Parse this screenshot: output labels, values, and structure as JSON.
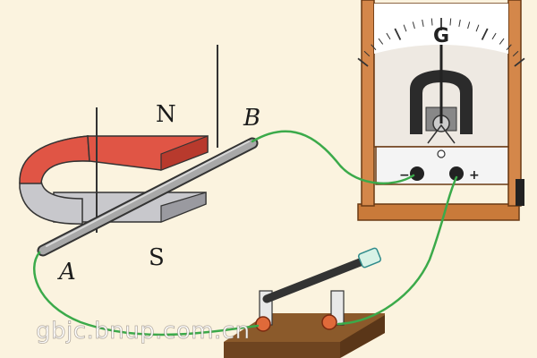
{
  "labels": {
    "north": "N",
    "south": "S",
    "point_a": "A",
    "point_b": "B",
    "galvanometer": "G",
    "terminal_minus": "−",
    "terminal_plus": "+"
  },
  "watermark": "gbjc.bnup.com.cn",
  "colors": {
    "background": "#FBF3DF",
    "magnet_red": "#E05545",
    "magnet_gray": "#C8C8CC",
    "wire": "#3BAA4A",
    "wood": "#C97A3A",
    "rod": "#9A9A9A"
  }
}
